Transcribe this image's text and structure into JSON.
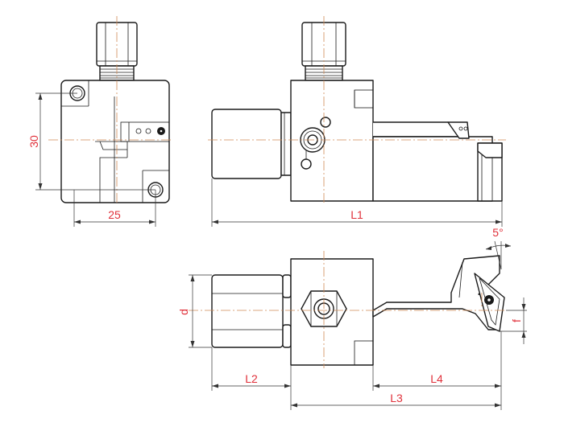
{
  "labels": {
    "dim_30": "30",
    "dim_25": "25",
    "dim_L1": "L1",
    "dim_5deg": "5°",
    "dim_d": "d",
    "dim_f": "f",
    "dim_L2": "L2",
    "dim_L4": "L4",
    "dim_L3": "L3"
  },
  "colors": {
    "label": "#e0303a",
    "centerline": "#d08a55",
    "outline": "#1a1a1a"
  }
}
